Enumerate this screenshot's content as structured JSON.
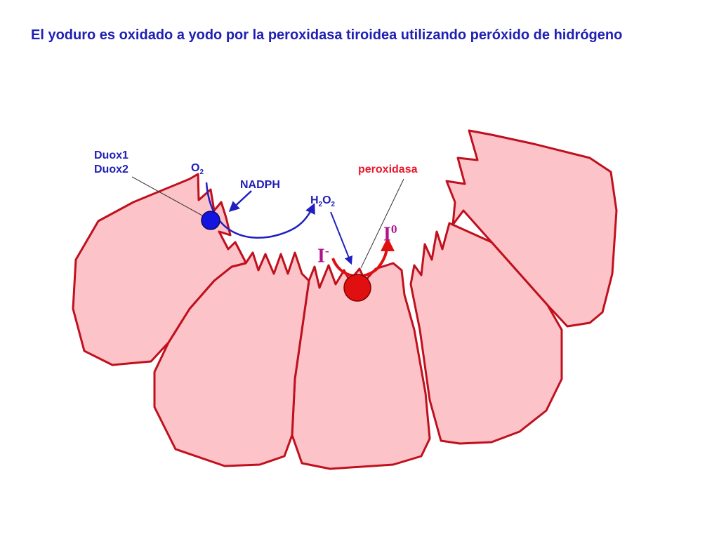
{
  "title": "El yoduro es oxidado a yodo por la peroxidasa tiroidea utilizando peróxido de hidrógeno",
  "labels": {
    "duox1": "Duox1",
    "duox2": "Duox2",
    "o2_main": "O",
    "o2_sub": "2",
    "nadph": "NADPH",
    "h2o2_h": "H",
    "h2o2_sub1": "2",
    "h2o2_o": "O",
    "h2o2_sub2": "2",
    "peroxidasa": "peroxidasa",
    "iodide_main": "I",
    "iodide_sup": "-",
    "iodine_main": "I",
    "iodine_sup": "0"
  },
  "colors": {
    "title": "#1f1fb4",
    "cell_fill": "#fcc4c8",
    "cell_stroke": "#c0101e",
    "duox_circle": "#1414e0",
    "peroxidase_circle": "#e01010",
    "blue_arrow": "#2020c0",
    "red_arrow": "#e01010",
    "iodine_label": "#b0148c"
  }
}
